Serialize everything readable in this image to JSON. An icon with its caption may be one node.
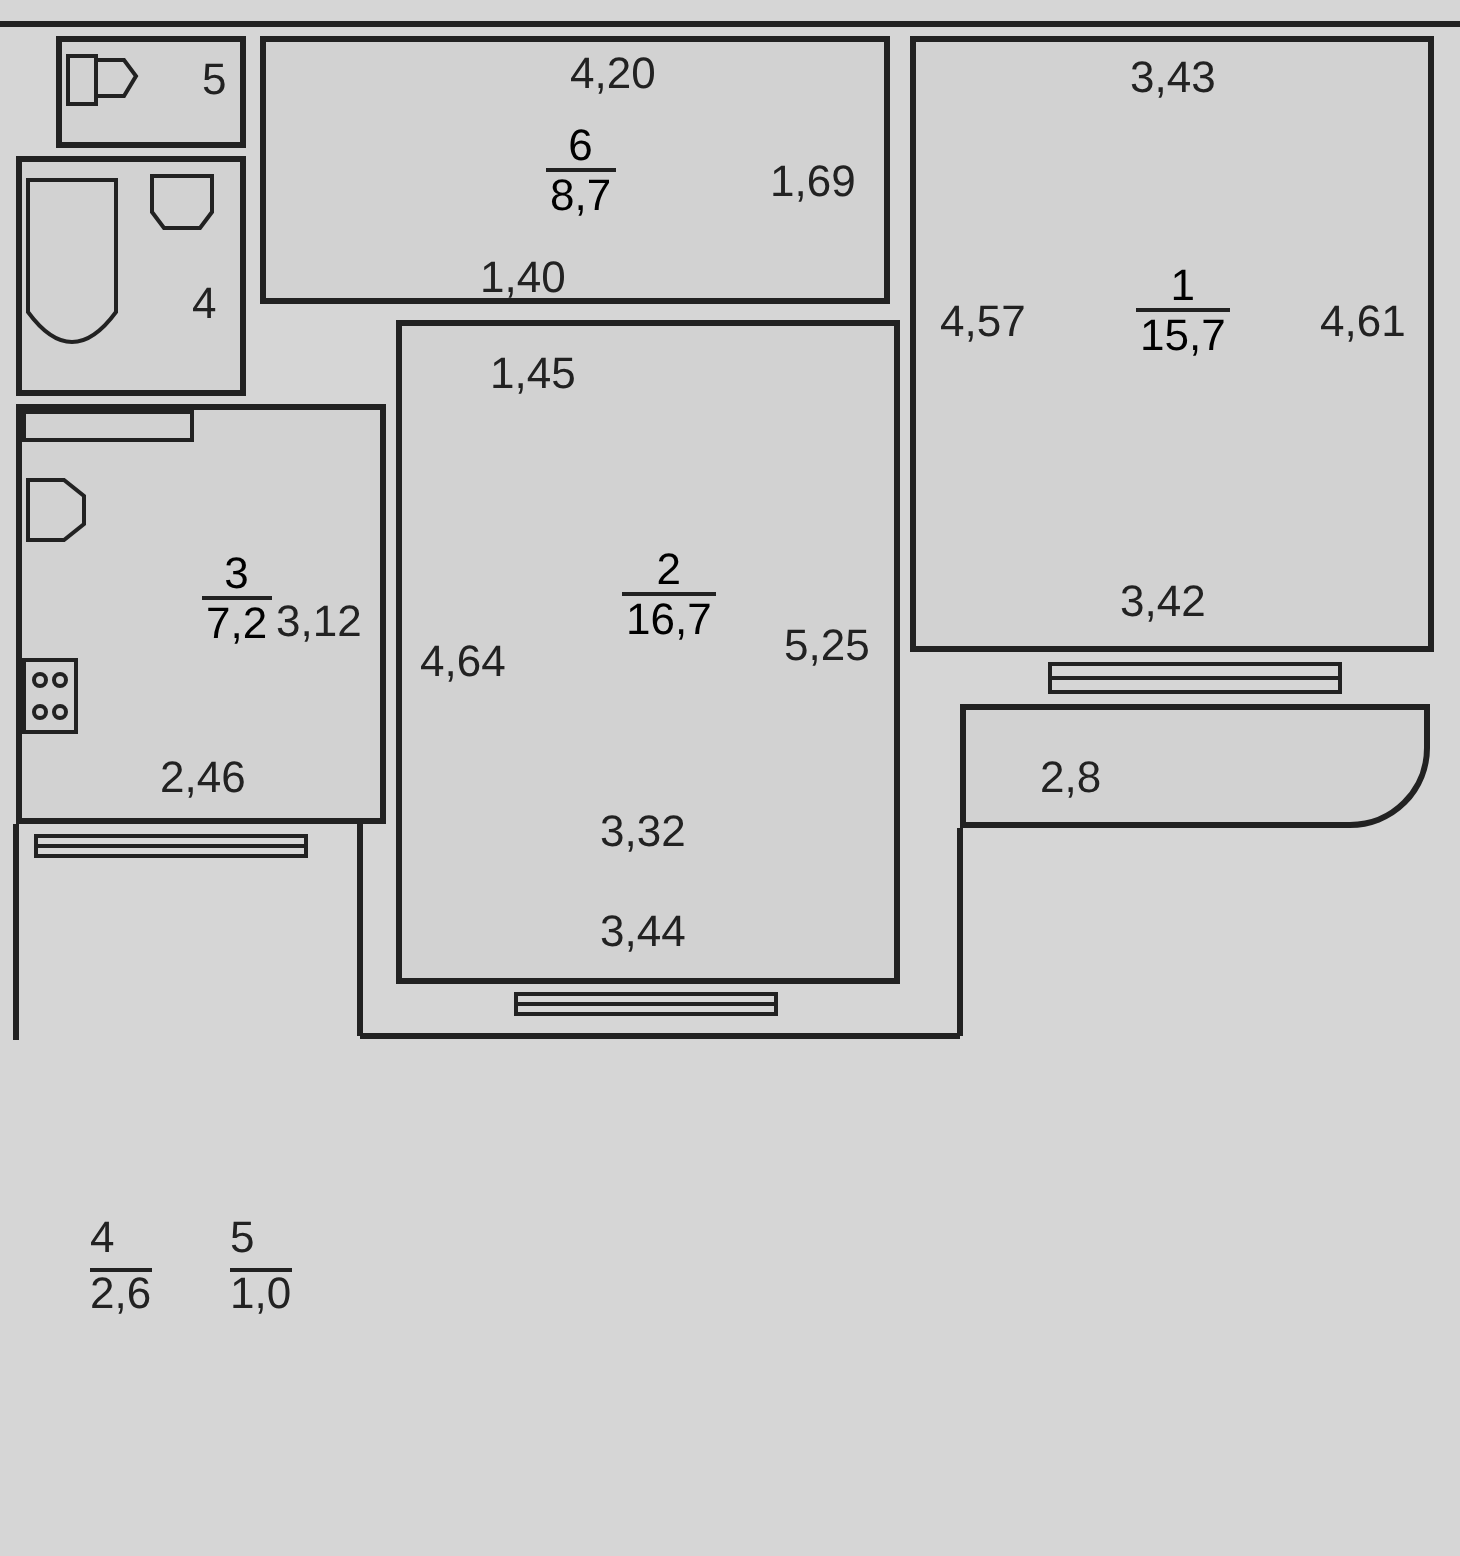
{
  "diagram": {
    "nodes": [
      {
        "text": [
          "5"
        ]
      },
      {
        "text": [
          "6",
          "8,7"
        ]
      },
      {
        "text": [
          "4"
        ]
      },
      {
        "text": [
          "3",
          "7,2"
        ]
      },
      {
        "text": [
          "2",
          "16,7"
        ]
      },
      {
        "text": [
          "1",
          "15,7"
        ]
      },
      {
        "text": [],
        "shape": "box"
      }
    ],
    "edges": [],
    "labels": [
      "4,20",
      "3,43",
      "1,69",
      "1,40",
      "4,57",
      "4,61",
      "1,45",
      "3,42",
      "2,8",
      "3,12",
      "4,64",
      "5,25",
      "2,46",
      "3,32",
      "3,44",
      "4",
      "2,6",
      "5",
      "1,0"
    ]
  }
}
